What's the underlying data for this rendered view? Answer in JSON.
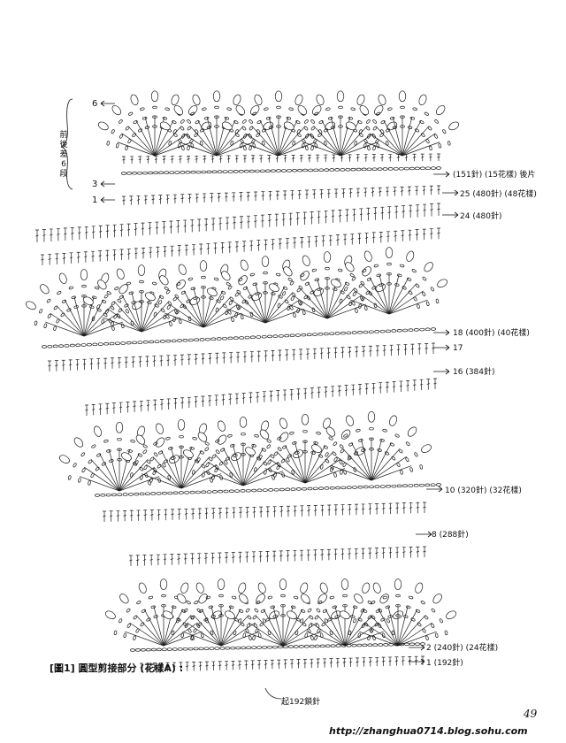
{
  "row_labels_left": [
    {
      "row": "6"
    },
    {
      "row": "3"
    },
    {
      "row": "1"
    }
  ],
  "vertical_note": "前後差6段",
  "row_labels_right": [
    {
      "text": "(151針) (15花樣) 後片"
    },
    {
      "text": "25 (480針) (48花樣)"
    },
    {
      "text": "24 (480針)"
    },
    {
      "text": "18 (400針) (40花樣)"
    },
    {
      "text": "17"
    },
    {
      "text": "16 (384針)"
    },
    {
      "text": "10 (320針) (32花樣)"
    },
    {
      "text": "8 (288針)"
    },
    {
      "text": "2 (240針) (24花樣)"
    },
    {
      "text": "1 (192針)"
    }
  ],
  "caption": "[圖1] 圓型剪接部分 (花樣A) :",
  "start_note": "起192鎖針",
  "page_number": "49",
  "watermark": "http://zhanghua0714.blog.sohu.com"
}
